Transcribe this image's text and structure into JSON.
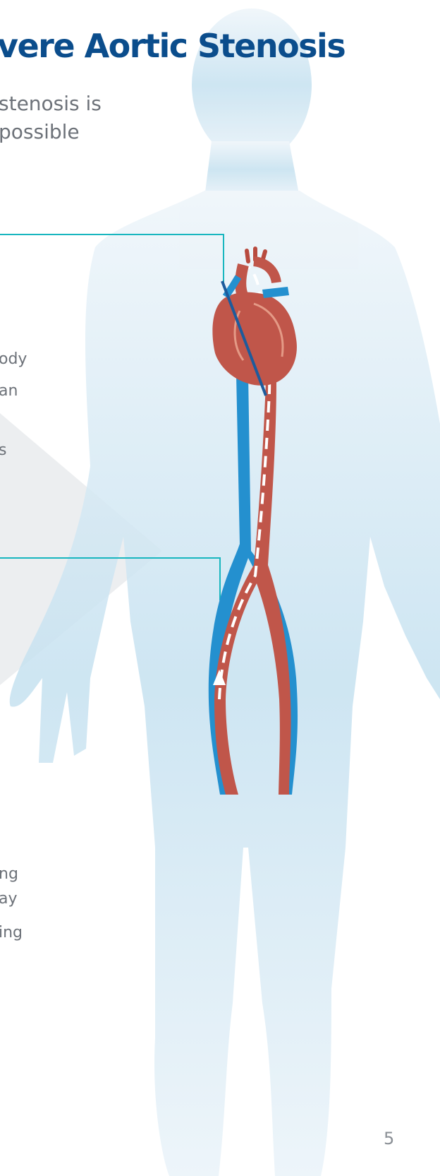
{
  "title": "vere Aortic Stenosis",
  "intro": {
    "line1": "stenosis is",
    "line2": "possible"
  },
  "fragments": {
    "f1": "ody",
    "f2": "an",
    "f3": "s",
    "f4": "ng",
    "f5": "ay",
    "f6": "ing"
  },
  "page_number": "5",
  "colors": {
    "title": "#0b4d8c",
    "body_text": "#6d7279",
    "silhouette": "#d3e8f3",
    "callout_line": "#18b6bf",
    "artery": "#c0564a",
    "vein": "#2490cf"
  },
  "icons": {
    "body": "human-silhouette",
    "heart": "heart-illustration"
  }
}
